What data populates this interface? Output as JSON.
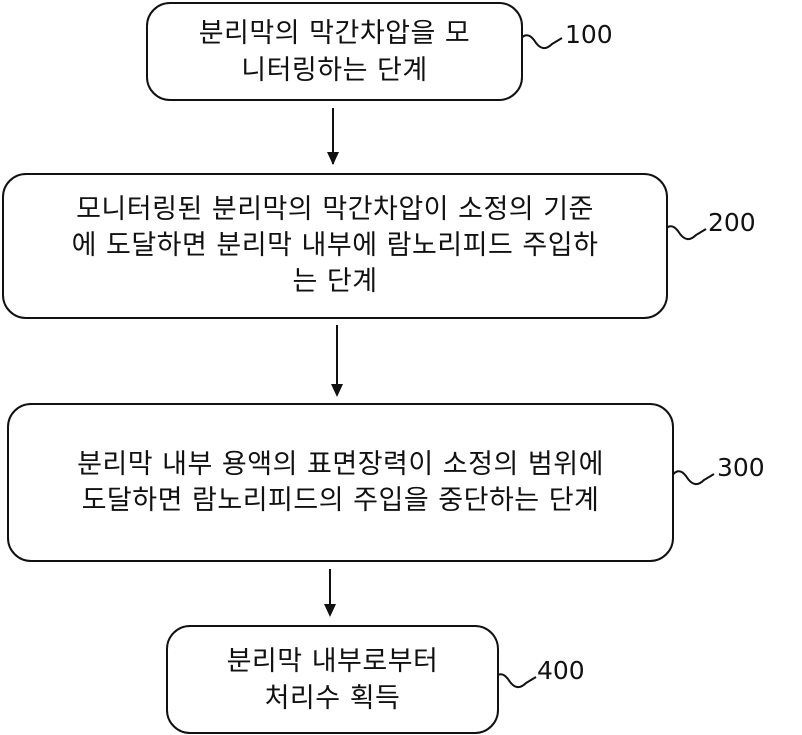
{
  "diagram": {
    "type": "flowchart",
    "direction": "top-to-bottom",
    "steps": [
      {
        "ref": "100",
        "lines": [
          "분리막의 막간차압을 모",
          "니터링하는 단계"
        ]
      },
      {
        "ref": "200",
        "lines": [
          "모니터링된 분리막의 막간차압이 소정의 기준",
          "에 도달하면 분리막 내부에 람노리피드 주입하",
          "는 단계"
        ]
      },
      {
        "ref": "300",
        "lines": [
          "분리막 내부 용액의 표면장력이 소정의 범위에",
          "도달하면 람노리피드의 주입을 중단하는 단계"
        ]
      },
      {
        "ref": "400",
        "lines": [
          "분리막 내부로부터",
          "처리수 획득"
        ]
      }
    ],
    "edges": [
      {
        "from": "100",
        "to": "200"
      },
      {
        "from": "200",
        "to": "300"
      },
      {
        "from": "300",
        "to": "400"
      }
    ],
    "colors": {
      "stroke": "#111111",
      "background": "#ffffff"
    }
  }
}
